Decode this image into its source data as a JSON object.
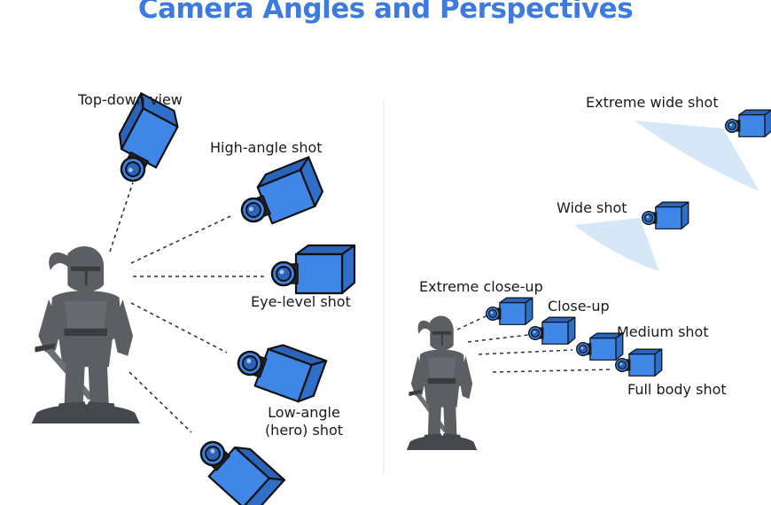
{
  "title": "Camera Angles and Perspectives",
  "colors": {
    "title": "#3d7be0",
    "camera_front": "#3f86e6",
    "camera_side": "#2f6fc9",
    "camera_outline": "#111111",
    "figure": "#5b5e62",
    "figure_dark": "#44474b",
    "fov": "#cfe4f7"
  },
  "left_panel": {
    "labels": {
      "top_down": "Top-down view",
      "high_angle": "High-angle shot",
      "eye_level": "Eye-level shot",
      "low_angle_line1": "Low-angle",
      "low_angle_line2": "(hero) shot"
    }
  },
  "right_panel": {
    "labels": {
      "extreme_wide": "Extreme wide shot",
      "wide": "Wide shot",
      "extreme_close_up": "Extreme close-up",
      "close_up": "Close-up",
      "medium": "Medium shot",
      "full_body": "Full body shot"
    }
  },
  "icons": {
    "camera": "camera-icon",
    "knight": "knight-statue-icon",
    "field_of_view": "field-of-view-icon"
  }
}
